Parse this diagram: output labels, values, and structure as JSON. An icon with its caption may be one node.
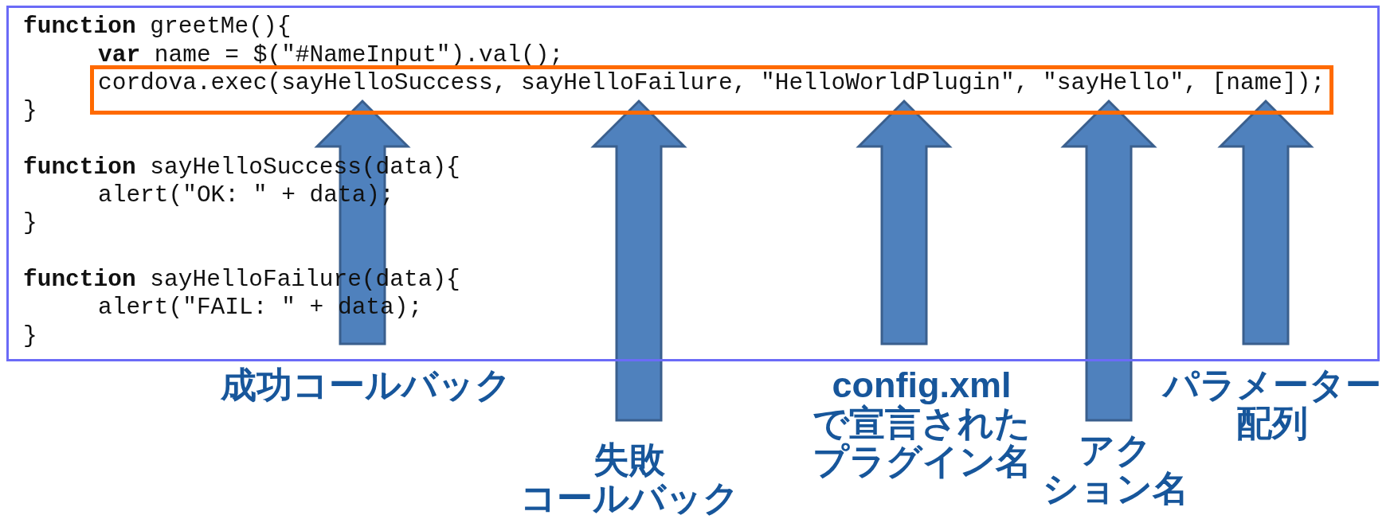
{
  "diagram": {
    "nodes": [
      {
        "text": [
          "**function** greetMe(){",
          "**var** name = $(\"#NameInput\").val();",
          "}",
          "**function** sayHelloSuccess(data){",
          "alert(\"OK: \" + data);",
          "}",
          "**function** sayHelloFailure(data){",
          "alert(\"FAIL: \" + data);",
          "}"
        ]
      },
      {
        "text": [
          "cordova.exec(sayHelloSuccess, sayHelloFailure, \"HelloWorldPlugin\", \"sayHello\", [name]);"
        ],
        "in": 0
      },
      {
        "text": [
          "成功コールバック"
        ]
      },
      {
        "text": [
          "失敗コールバック"
        ]
      },
      {
        "text": [
          "config.xml で宣言されたプラグイン名"
        ]
      },
      {
        "text": [
          "アクション名"
        ]
      },
      {
        "text": [
          "パラメーター配列"
        ]
      }
    ],
    "edges": [
      {
        "from": 2,
        "to": 1,
        "arrow": "to"
      },
      {
        "from": 3,
        "to": 1,
        "arrow": "to"
      },
      {
        "from": 4,
        "to": 1,
        "arrow": "to"
      },
      {
        "from": 5,
        "to": 1,
        "arrow": "to"
      },
      {
        "from": 6,
        "to": 1,
        "arrow": "to"
      }
    ]
  }
}
